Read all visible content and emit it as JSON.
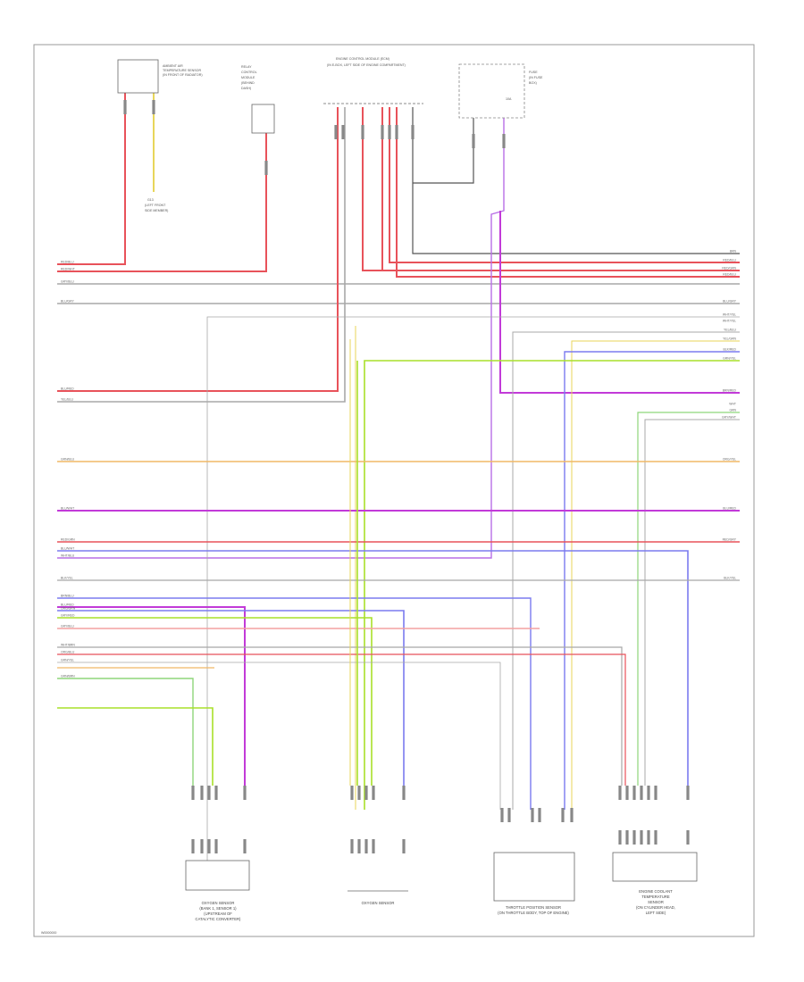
{
  "components": {
    "ambient_air_temp_sensor": {
      "caption": [
        "AMBIENT AIR",
        "TEMPERATURE SENSOR",
        "(IN FRONT OF RADIATOR)"
      ],
      "ground": [
        "G13",
        "(LEFT FRONT",
        "SIDE MEMBER)"
      ]
    },
    "relay_c": {
      "caption": [
        "RELAY",
        "CONTROL",
        "MODULE",
        "(BEHIND",
        "DASH)"
      ]
    },
    "ecm": {
      "caption": [
        "ENGINE CONTROL MODULE (ECM)",
        "(IN E-BOX, LEFT SIDE OF ENGINE COMPARTMENT)"
      ]
    },
    "fuse": {
      "caption": [
        "FUSE",
        "(IN FUSE",
        "BOX)"
      ],
      "rating": "10A"
    },
    "oxygen_sensor_1": {
      "caption": [
        "OXYGEN SENSOR",
        "(BANK 1, SENSOR 1)",
        "(UPSTREAM OF",
        "CATALYTIC CONVERTER)"
      ]
    },
    "oxygen_sensor_2": {
      "caption": [
        "OXYGEN SENSOR"
      ]
    },
    "throttle_sensor": {
      "caption": [
        "THROTTLE POSITION SENSOR",
        "(ON THROTTLE BODY, TOP OF ENGINE)"
      ]
    },
    "engine_coolant_sensor": {
      "caption": [
        "ENGINE COOLANT",
        "TEMPERATURE",
        "SENSOR",
        "(ON CYLINDER HEAD,",
        "LEFT SIDE)"
      ]
    }
  },
  "footer": {
    "code": "W0000000"
  },
  "wires": {
    "left_labels": [
      "RED/BLU",
      "RED/WHT",
      "GRY/BLU",
      "BLU/GRY",
      "BLU/RED",
      "YEL/BLU",
      "GRN/BLU",
      "BLU/WHT",
      "RED/GRN",
      "BLU/WHT",
      "WHT/BLU",
      "BLK/YEL",
      "BRN/BLU",
      "BLU/RED",
      "ORG/GRN",
      "GRY/RED",
      "GRY/BLU",
      "WHT/BRN",
      "ORG/BLU",
      "GRN/YEL",
      "GRN/BRN"
    ],
    "right_labels": [
      "BRN",
      "RED/BLU",
      "RED/GRN",
      "RED/BLU",
      "BLU/GRY",
      "WHT/YEL",
      "WHT/YEL",
      "YEL/BLU",
      "YEL/GRN",
      "BLK/RED",
      "GRN/YEL",
      "BRN/RED",
      "WHT",
      "GRN",
      "GRY/WHT",
      "ORG/YEL",
      "BLU/RED",
      "RED/GRY",
      "BLK/YEL"
    ]
  }
}
